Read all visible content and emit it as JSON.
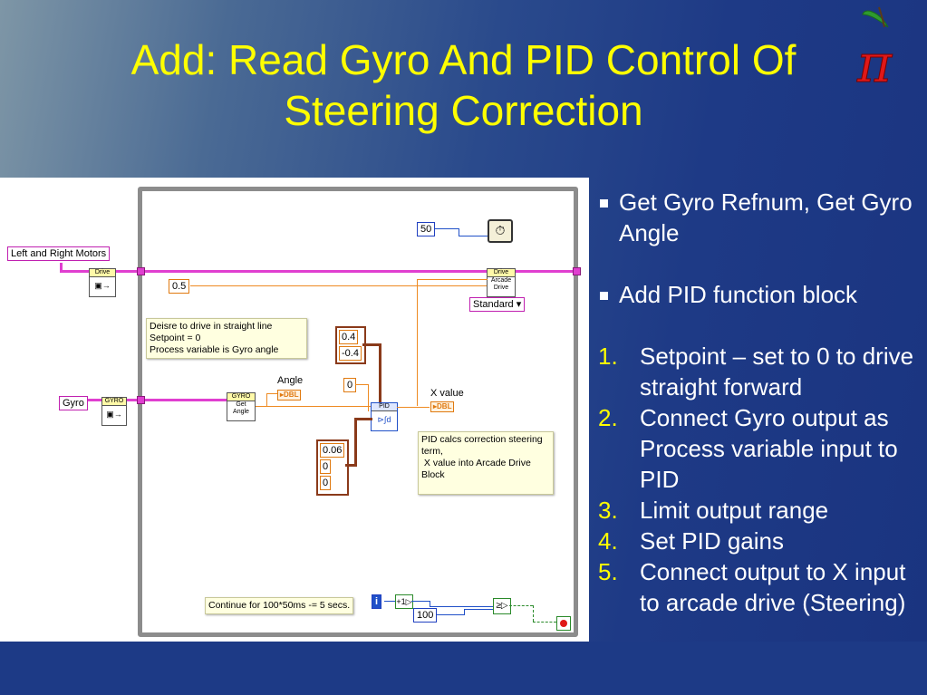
{
  "slide": {
    "title_line1": "Add: Read Gyro And PID Control Of",
    "title_line2": "Steering Correction"
  },
  "logo": {
    "glyph": "π",
    "icon": "apple-pi-logo-icon"
  },
  "bullets": {
    "items": [
      "Get Gyro Refnum, Get Gyro Angle",
      "Add PID function block"
    ],
    "numbered": [
      {
        "num": "1.",
        "text": "Setpoint – set to 0 to drive straight forward"
      },
      {
        "num": "2.",
        "text": "Connect Gyro output as Process variable input to PID"
      },
      {
        "num": "3.",
        "text": "Limit output range"
      },
      {
        "num": "4.",
        "text": "Set PID gains"
      },
      {
        "num": "5.",
        "text": "Connect output to X input to arcade drive (Steering)"
      }
    ]
  },
  "diagram": {
    "motors_control": "Left and Right Motors",
    "gyro_control": "Gyro",
    "drive_ref_label": "Drive",
    "gyro_ref_label": "GYRO",
    "gyro_get_line1": "GYRO",
    "gyro_get_line2": "Get",
    "gyro_get_line3": "Angle",
    "angle_label": "Angle",
    "dbl_label": "DBL",
    "y_const": "0.5",
    "wait_const": "50",
    "arcade_line1": "Drive",
    "arcade_line2": "Arcade",
    "arcade_line3": "Drive",
    "mode_select": "Standard",
    "comment1_l1": "Deisre to drive in straight line",
    "comment1_l2": "Setpoint = 0",
    "comment1_l3": "Process variable is Gyro angle",
    "range_high": "0.4",
    "range_low": "-0.4",
    "setpoint": "0",
    "gain_p": "0.06",
    "gain_i": "0",
    "gain_d": "0",
    "pid_label": "PID",
    "xvalue_label": "X value",
    "comment2_l1": "PID calcs correction steering",
    "comment2_l2": "term,",
    "comment2_l3": " X value into Arcade Drive",
    "comment2_l4": "Block",
    "continue_comment": "Continue for 100*50ms -= 5 secs.",
    "iter_label": "i",
    "count_const": "100"
  }
}
